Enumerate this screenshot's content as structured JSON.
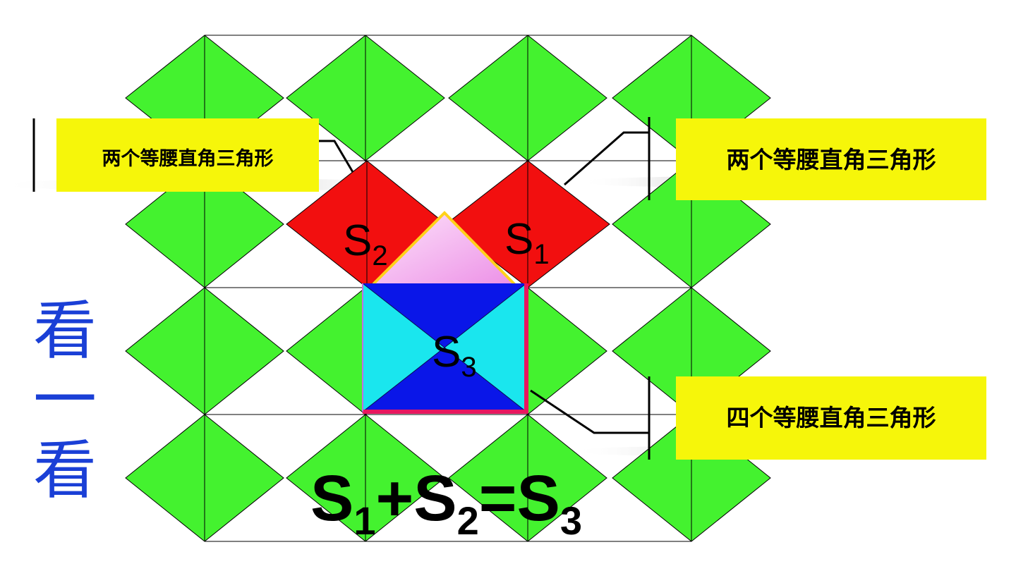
{
  "side_title": [
    "看",
    "一",
    "看"
  ],
  "callouts": {
    "top_left": "两个等腰直角三角形",
    "top_right": "两个等腰直角三角形",
    "bottom_right": "四个等腰直角三角形"
  },
  "labels": {
    "s1": {
      "base": "S",
      "sub": "1"
    },
    "s2": {
      "base": "S",
      "sub": "2"
    },
    "s3": {
      "base": "S",
      "sub": "3"
    }
  },
  "formula": {
    "base1": "S",
    "sub1": "1",
    "plus": "+",
    "base2": "S",
    "sub2": "2",
    "eq": "=",
    "base3": "S",
    "sub3": "3"
  },
  "colors": {
    "tile_green": "#44f22f",
    "square_red": "#f20f0f",
    "triangle_pink": "#f4a6ee",
    "triangle_border": "#ffd21a",
    "square_cyan": "#1ae6ee",
    "square_blue": "#0a16e8",
    "square_border": "#e8175f",
    "callout_yellow": "#f6f60a",
    "side_text_blue": "#1a3fd6"
  }
}
